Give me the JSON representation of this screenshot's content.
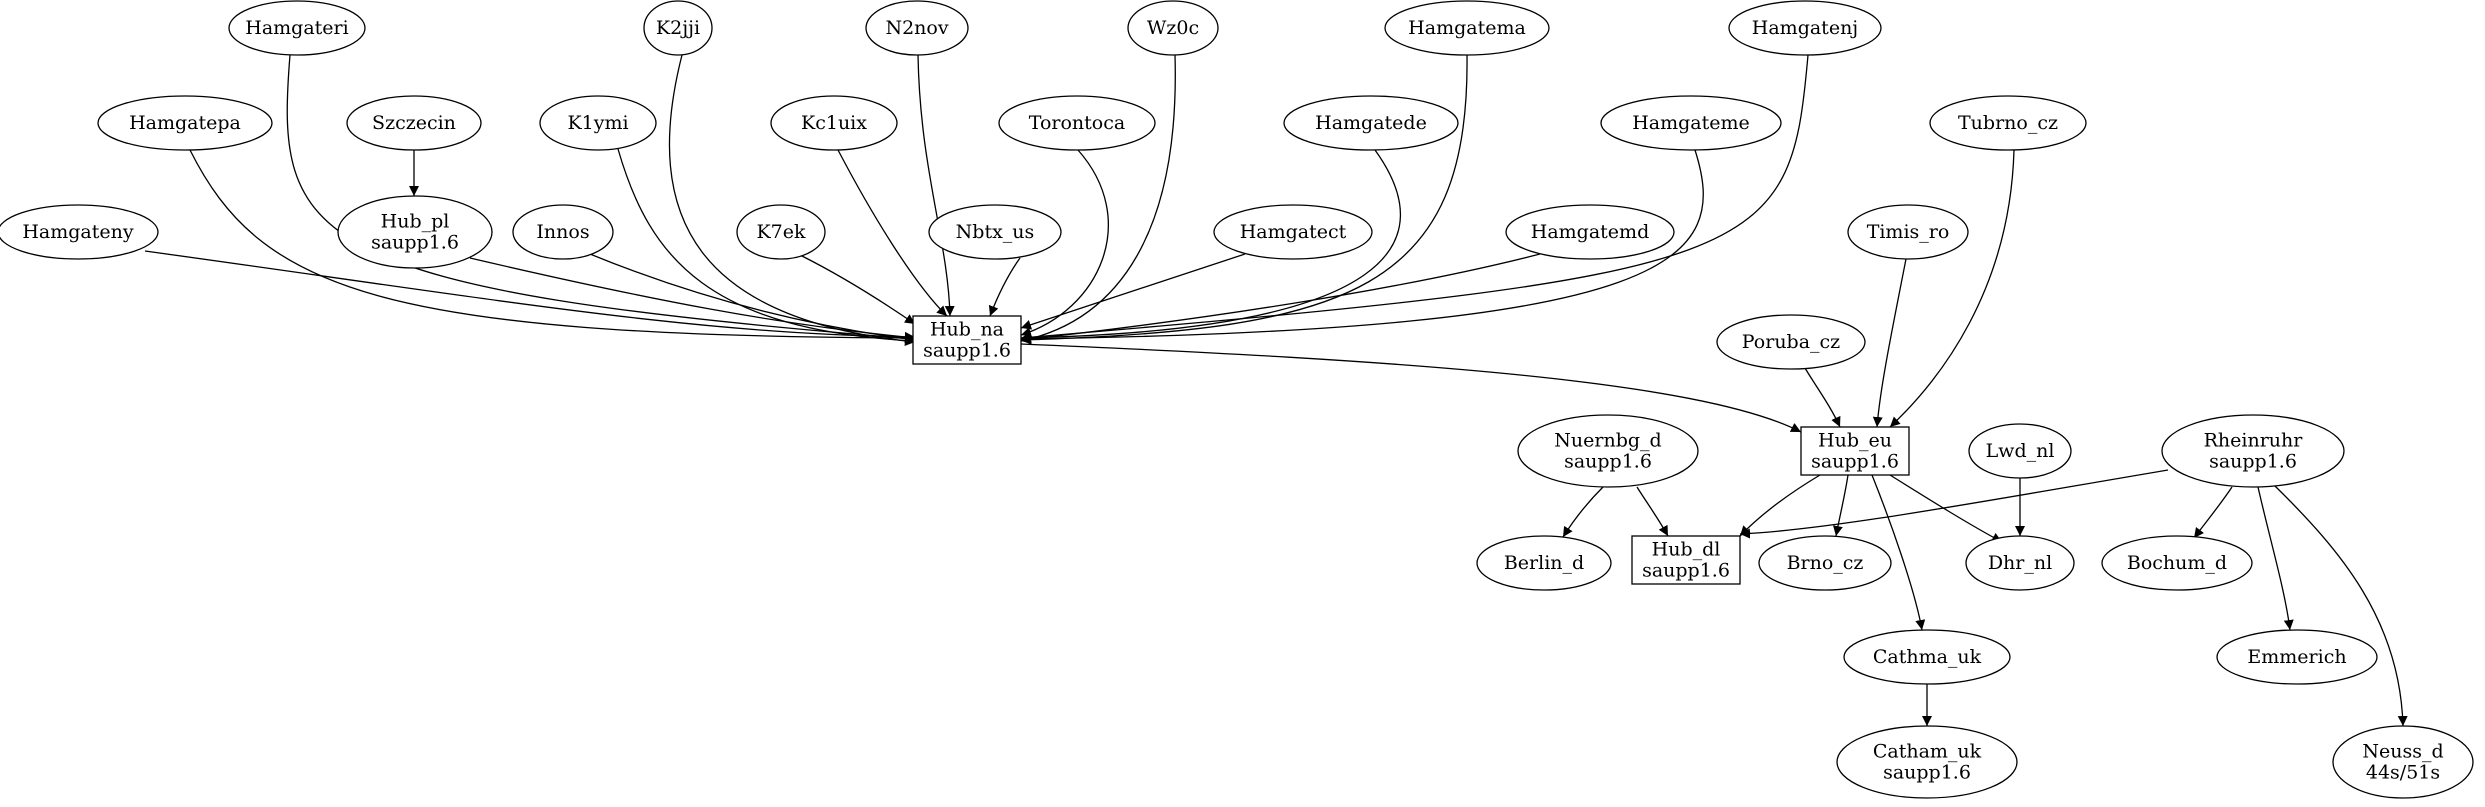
{
  "diagram": {
    "type": "directed-graph",
    "nodes": [
      {
        "id": "hamgateri",
        "shape": "ellipse",
        "lines": [
          "Hamgateri"
        ]
      },
      {
        "id": "k2jji",
        "shape": "ellipse",
        "lines": [
          "K2jji"
        ]
      },
      {
        "id": "n2nov",
        "shape": "ellipse",
        "lines": [
          "N2nov"
        ]
      },
      {
        "id": "wz0c",
        "shape": "ellipse",
        "lines": [
          "Wz0c"
        ]
      },
      {
        "id": "hamgatema",
        "shape": "ellipse",
        "lines": [
          "Hamgatema"
        ]
      },
      {
        "id": "hamgatenj",
        "shape": "ellipse",
        "lines": [
          "Hamgatenj"
        ]
      },
      {
        "id": "hamgatepa",
        "shape": "ellipse",
        "lines": [
          "Hamgatepa"
        ]
      },
      {
        "id": "szczecin",
        "shape": "ellipse",
        "lines": [
          "Szczecin"
        ]
      },
      {
        "id": "k1ymi",
        "shape": "ellipse",
        "lines": [
          "K1ymi"
        ]
      },
      {
        "id": "kc1uix",
        "shape": "ellipse",
        "lines": [
          "Kc1uix"
        ]
      },
      {
        "id": "torontoca",
        "shape": "ellipse",
        "lines": [
          "Torontoca"
        ]
      },
      {
        "id": "hamgatede",
        "shape": "ellipse",
        "lines": [
          "Hamgatede"
        ]
      },
      {
        "id": "hamgateme",
        "shape": "ellipse",
        "lines": [
          "Hamgateme"
        ]
      },
      {
        "id": "tubrno_cz",
        "shape": "ellipse",
        "lines": [
          "Tubrno_cz"
        ]
      },
      {
        "id": "hamgateny",
        "shape": "ellipse",
        "lines": [
          "Hamgateny"
        ]
      },
      {
        "id": "hub_pl",
        "shape": "ellipse",
        "lines": [
          "Hub_pl",
          "saupp1.6"
        ]
      },
      {
        "id": "innos",
        "shape": "ellipse",
        "lines": [
          "Innos"
        ]
      },
      {
        "id": "k7ek",
        "shape": "ellipse",
        "lines": [
          "K7ek"
        ]
      },
      {
        "id": "nbtx_us",
        "shape": "ellipse",
        "lines": [
          "Nbtx_us"
        ]
      },
      {
        "id": "hamgatect",
        "shape": "ellipse",
        "lines": [
          "Hamgatect"
        ]
      },
      {
        "id": "hamgatemd",
        "shape": "ellipse",
        "lines": [
          "Hamgatemd"
        ]
      },
      {
        "id": "timis_ro",
        "shape": "ellipse",
        "lines": [
          "Timis_ro"
        ]
      },
      {
        "id": "hub_na",
        "shape": "box",
        "lines": [
          "Hub_na",
          "saupp1.6"
        ]
      },
      {
        "id": "poruba_cz",
        "shape": "ellipse",
        "lines": [
          "Poruba_cz"
        ]
      },
      {
        "id": "hub_eu",
        "shape": "box",
        "lines": [
          "Hub_eu",
          "saupp1.6"
        ]
      },
      {
        "id": "nuernbg_d",
        "shape": "ellipse",
        "lines": [
          "Nuernbg_d",
          "saupp1.6"
        ]
      },
      {
        "id": "lwd_nl",
        "shape": "ellipse",
        "lines": [
          "Lwd_nl"
        ]
      },
      {
        "id": "rheinruhr",
        "shape": "ellipse",
        "lines": [
          "Rheinruhr",
          "saupp1.6"
        ]
      },
      {
        "id": "berlin_d",
        "shape": "ellipse",
        "lines": [
          "Berlin_d"
        ]
      },
      {
        "id": "hub_dl",
        "shape": "box",
        "lines": [
          "Hub_dl",
          "saupp1.6"
        ]
      },
      {
        "id": "brno_cz",
        "shape": "ellipse",
        "lines": [
          "Brno_cz"
        ]
      },
      {
        "id": "dhr_nl",
        "shape": "ellipse",
        "lines": [
          "Dhr_nl"
        ]
      },
      {
        "id": "bochum_d",
        "shape": "ellipse",
        "lines": [
          "Bochum_d"
        ]
      },
      {
        "id": "cathma_uk",
        "shape": "ellipse",
        "lines": [
          "Cathma_uk"
        ]
      },
      {
        "id": "emmerich",
        "shape": "ellipse",
        "lines": [
          "Emmerich"
        ]
      },
      {
        "id": "catham_uk",
        "shape": "ellipse",
        "lines": [
          "Catham_uk",
          "saupp1.6"
        ]
      },
      {
        "id": "neuss_d",
        "shape": "ellipse",
        "lines": [
          "Neuss_d",
          "44s/51s"
        ]
      }
    ],
    "edges": [
      {
        "from": "hamgateny",
        "to": "hub_na"
      },
      {
        "from": "hamgatepa",
        "to": "hub_na"
      },
      {
        "from": "hamgateri",
        "to": "hub_na"
      },
      {
        "from": "hub_pl",
        "to": "hub_na"
      },
      {
        "from": "innos",
        "to": "hub_na"
      },
      {
        "from": "k1ymi",
        "to": "hub_na"
      },
      {
        "from": "k2jji",
        "to": "hub_na"
      },
      {
        "from": "k7ek",
        "to": "hub_na"
      },
      {
        "from": "kc1uix",
        "to": "hub_na"
      },
      {
        "from": "n2nov",
        "to": "hub_na"
      },
      {
        "from": "nbtx_us",
        "to": "hub_na"
      },
      {
        "from": "wz0c",
        "to": "hub_na"
      },
      {
        "from": "torontoca",
        "to": "hub_na"
      },
      {
        "from": "hamgatect",
        "to": "hub_na"
      },
      {
        "from": "hamgatede",
        "to": "hub_na"
      },
      {
        "from": "hamgatema",
        "to": "hub_na"
      },
      {
        "from": "hamgatemd",
        "to": "hub_na"
      },
      {
        "from": "hamgateme",
        "to": "hub_na"
      },
      {
        "from": "hamgatenj",
        "to": "hub_na"
      },
      {
        "from": "szczecin",
        "to": "hub_pl"
      },
      {
        "from": "hub_na",
        "to": "hub_eu"
      },
      {
        "from": "poruba_cz",
        "to": "hub_eu"
      },
      {
        "from": "timis_ro",
        "to": "hub_eu"
      },
      {
        "from": "tubrno_cz",
        "to": "hub_eu"
      },
      {
        "from": "hub_eu",
        "to": "hub_dl"
      },
      {
        "from": "hub_eu",
        "to": "brno_cz"
      },
      {
        "from": "hub_eu",
        "to": "dhr_nl"
      },
      {
        "from": "hub_eu",
        "to": "cathma_uk"
      },
      {
        "from": "lwd_nl",
        "to": "dhr_nl"
      },
      {
        "from": "nuernbg_d",
        "to": "berlin_d"
      },
      {
        "from": "nuernbg_d",
        "to": "hub_dl"
      },
      {
        "from": "rheinruhr",
        "to": "hub_dl"
      },
      {
        "from": "rheinruhr",
        "to": "bochum_d"
      },
      {
        "from": "rheinruhr",
        "to": "emmerich"
      },
      {
        "from": "rheinruhr",
        "to": "neuss_d"
      },
      {
        "from": "cathma_uk",
        "to": "catham_uk"
      }
    ]
  }
}
